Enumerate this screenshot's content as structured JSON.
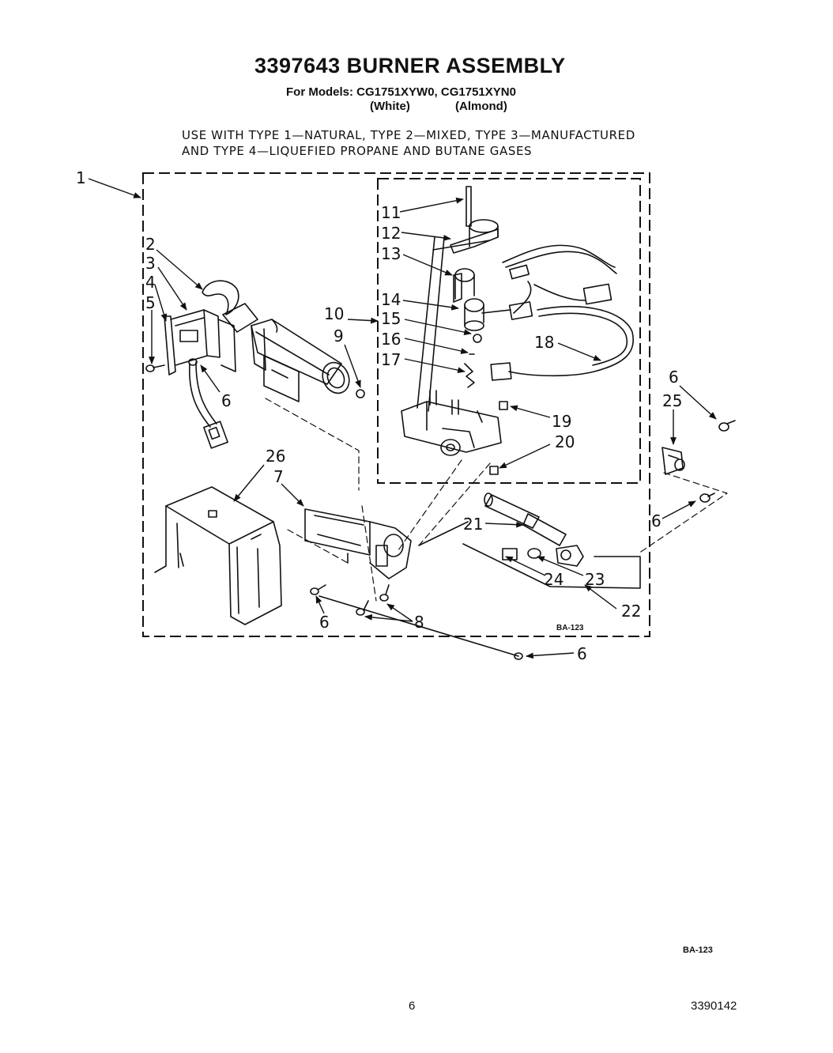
{
  "header": {
    "title": "3397643 BURNER ASSEMBLY",
    "models_line": "For Models: CG1751XYW0, CG1751XYN0",
    "color_white": "(White)",
    "color_almond": "(Almond)",
    "usage_line1": "USE WITH TYPE 1—NATURAL, TYPE 2—MIXED, TYPE 3—MANUFACTURED",
    "usage_line2": "AND TYPE 4—LIQUEFIED PROPANE AND BUTANE GASES"
  },
  "diagram": {
    "callouts": {
      "c1": "1",
      "c2": "2",
      "c3": "3",
      "c4": "4",
      "c5": "5",
      "c6a": "6",
      "c6b": "6",
      "c6c": "6",
      "c6d": "6",
      "c6e": "6",
      "c7": "7",
      "c8": "8",
      "c9": "9",
      "c10": "10",
      "c11": "11",
      "c12": "12",
      "c13": "13",
      "c14": "14",
      "c15": "15",
      "c16": "16",
      "c17": "17",
      "c18": "18",
      "c19": "19",
      "c20": "20",
      "c21": "21",
      "c22": "22",
      "c23": "23",
      "c24": "24",
      "c25": "25",
      "c26": "26"
    },
    "ref_inner": "BA-123"
  },
  "footer": {
    "ref": "BA-123",
    "page": "6",
    "doc_number": "3390142"
  }
}
